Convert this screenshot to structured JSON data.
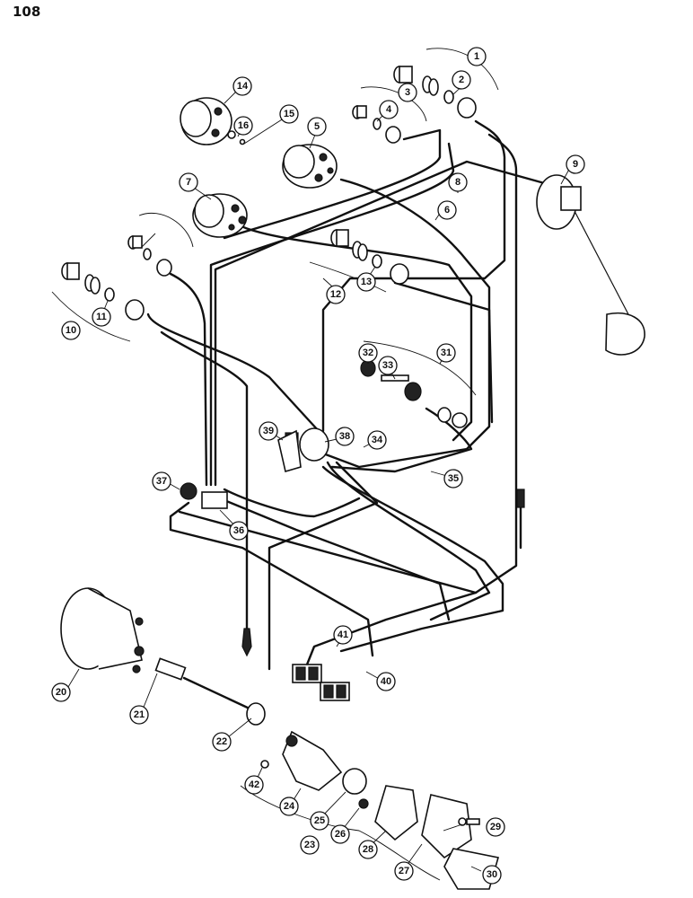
{
  "page": {
    "number": "108"
  },
  "callouts": [
    "1",
    "2",
    "3",
    "4",
    "5",
    "6",
    "7",
    "8",
    "9",
    "10",
    "11",
    "12",
    "13",
    "14",
    "15",
    "16",
    "20",
    "21",
    "22",
    "23",
    "24",
    "25",
    "26",
    "27",
    "28",
    "29",
    "30",
    "31",
    "32",
    "33",
    "34",
    "35",
    "36",
    "37",
    "38",
    "39",
    "40",
    "41",
    "42"
  ]
}
